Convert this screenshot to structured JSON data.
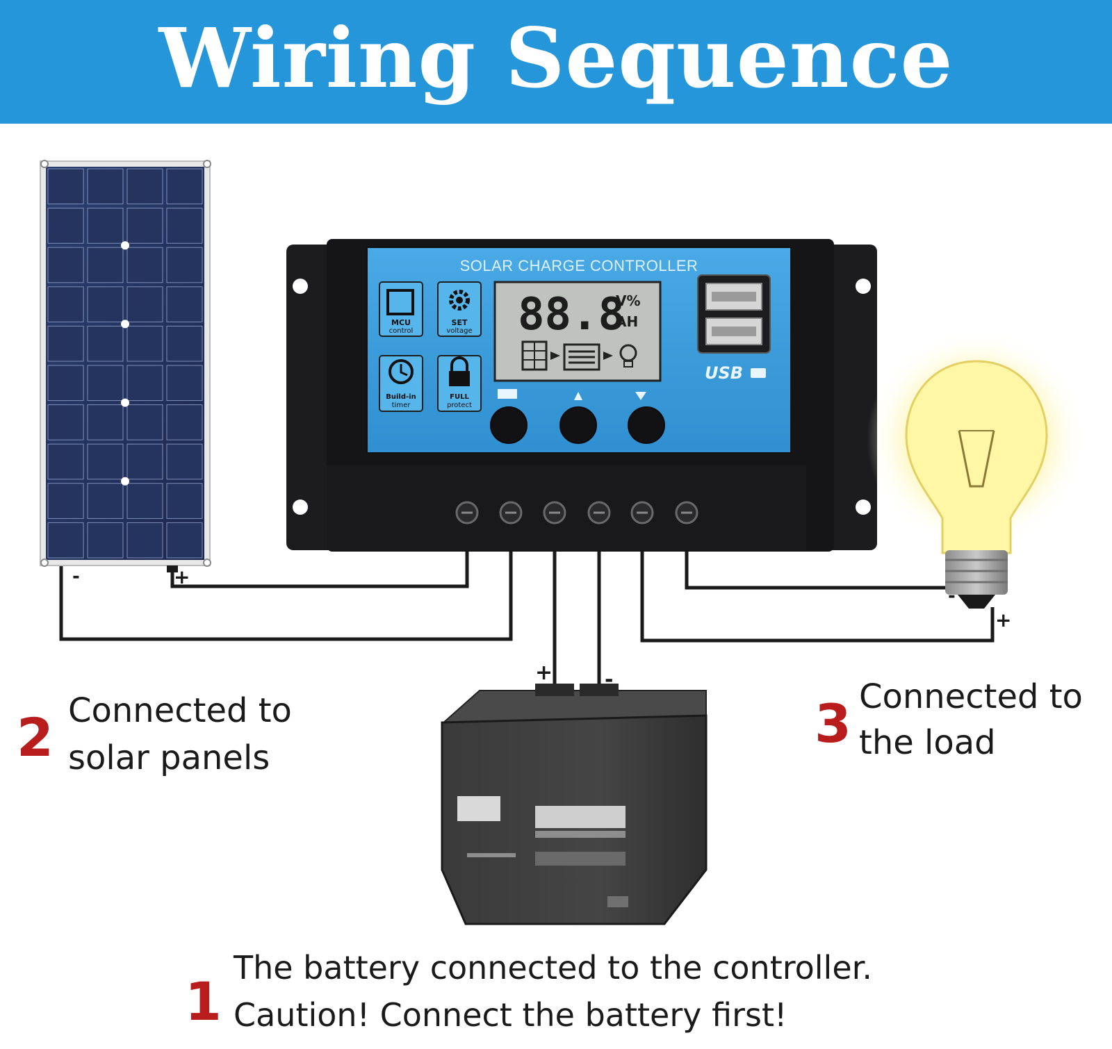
{
  "header": {
    "title": "Wiring Sequence"
  },
  "controller": {
    "label": "SOLAR CHARGE CONTROLLER",
    "display_digits": "88.8",
    "display_unit_top": "V%",
    "display_unit_bottom": "AH",
    "features": [
      {
        "line1": "MCU",
        "line2": "control"
      },
      {
        "line1": "SET",
        "line2": "voltage"
      },
      {
        "line1": "Build-in",
        "line2": "timer"
      },
      {
        "line1": "FULL",
        "line2": "protect"
      }
    ],
    "usb_label": "USB"
  },
  "polarity": {
    "panel_minus": "-",
    "panel_plus": "+",
    "battery_plus": "+",
    "battery_minus": "-",
    "load_minus": "-",
    "load_plus": "+"
  },
  "steps": [
    {
      "number": "1",
      "lines": [
        "The battery connected to the controller.",
        "Caution! Connect the battery first!"
      ]
    },
    {
      "number": "2",
      "lines": [
        "Connected to",
        "solar panels"
      ]
    },
    {
      "number": "3",
      "lines": [
        "Connected to",
        "the load"
      ]
    }
  ],
  "colors": {
    "header": "#2596d9",
    "controller_face": "#3d9fdc",
    "step_number": "#b81c1c"
  }
}
